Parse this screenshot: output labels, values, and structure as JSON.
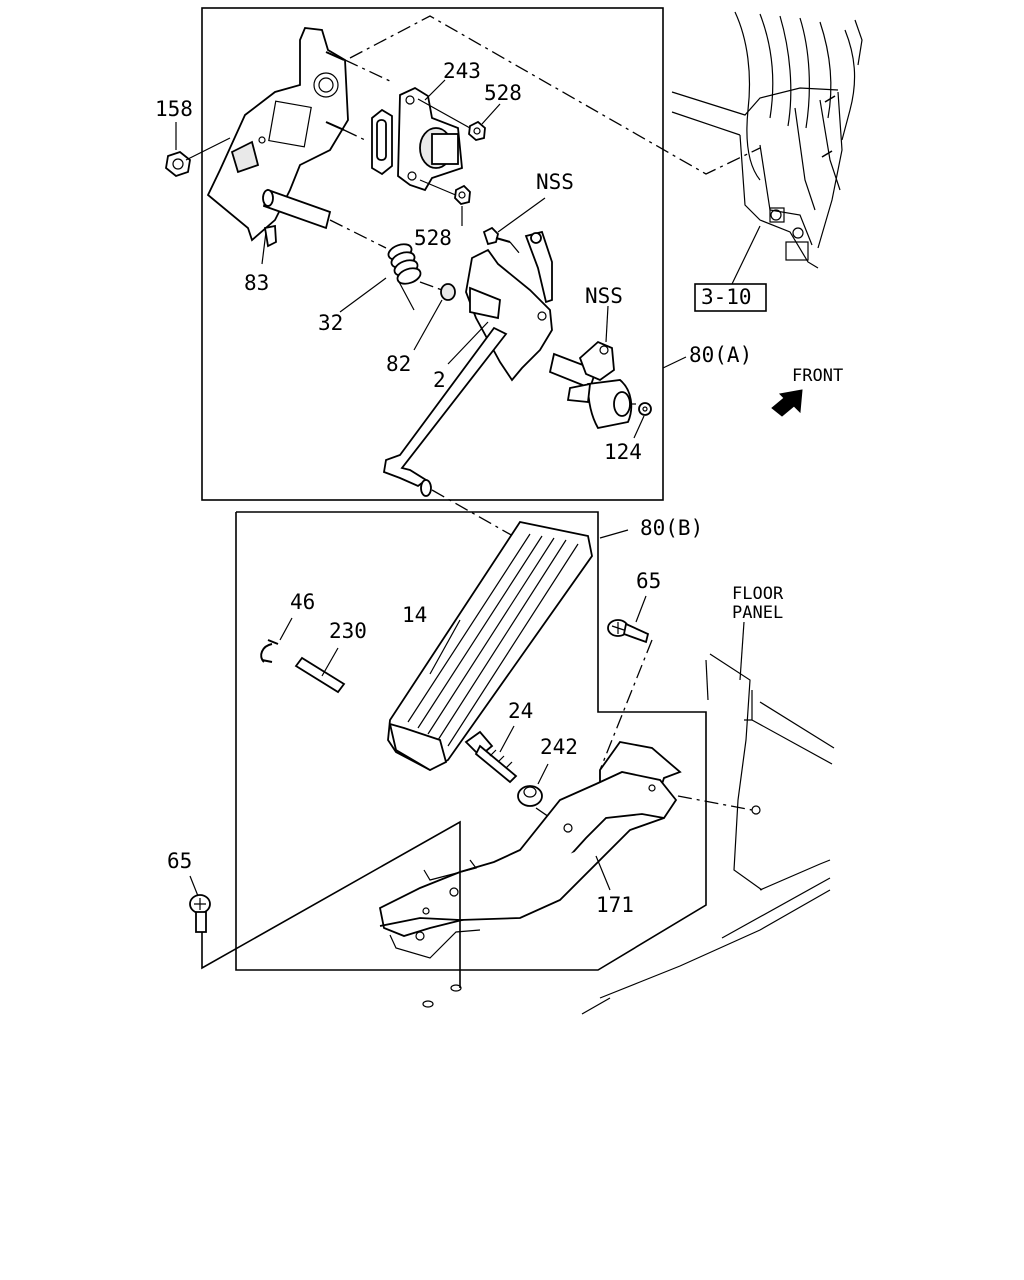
{
  "callouts": {
    "p158": "158",
    "p243": "243",
    "p528a": "528",
    "p528b": "528",
    "p83": "83",
    "p32": "32",
    "p82": "82",
    "p2": "2",
    "nss1": "NSS",
    "nss2": "NSS",
    "p80a": "80(A)",
    "p124": "124",
    "p310": "3-10",
    "front": "FRONT",
    "p80b": "80(B)",
    "p46": "46",
    "p230": "230",
    "p14": "14",
    "p65a": "65",
    "floor1": "FLOOR",
    "floor2": "PANEL",
    "p24": "24",
    "p242": "242",
    "p65b": "65",
    "p171": "171"
  }
}
